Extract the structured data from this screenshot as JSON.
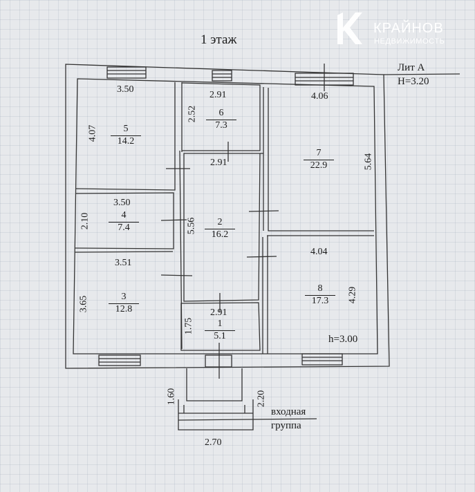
{
  "floor_title": "1 этаж",
  "building": {
    "letter_label": "Лит А",
    "height_label": "H=3.20"
  },
  "logo": {
    "name": "КРАЙНОВ",
    "tagline": "НЕДВИЖИМОСТЬ"
  },
  "rooms": [
    {
      "id": "5",
      "area": "14.2"
    },
    {
      "id": "6",
      "area": "7.3"
    },
    {
      "id": "7",
      "area": "22.9"
    },
    {
      "id": "4",
      "area": "7.4"
    },
    {
      "id": "2",
      "area": "16.2"
    },
    {
      "id": "3",
      "area": "12.8"
    },
    {
      "id": "8",
      "area": "17.3"
    },
    {
      "id": "1",
      "area": "5.1"
    }
  ],
  "dimensions": {
    "room5_width": "3.50",
    "room5_height": "4.07",
    "room6_width": "2.91",
    "room6_height": "2.52",
    "room7_width": "4.06",
    "room7_height": "5.64",
    "room2_width": "2.91",
    "room2_height": "5.56",
    "room4_width": "3.50",
    "room4_height": "2.10",
    "room3_width": "3.51",
    "room3_height": "3.65",
    "room8_width": "4.04",
    "room8_height": "4.29",
    "room1_width": "2.91",
    "room1_height": "1.75",
    "porch_left": "1.60",
    "porch_right": "2.20",
    "porch_width": "2.70"
  },
  "ceiling_height_label": "h=3.00",
  "entrance_label": {
    "line1": "входная",
    "line2": "группа"
  }
}
